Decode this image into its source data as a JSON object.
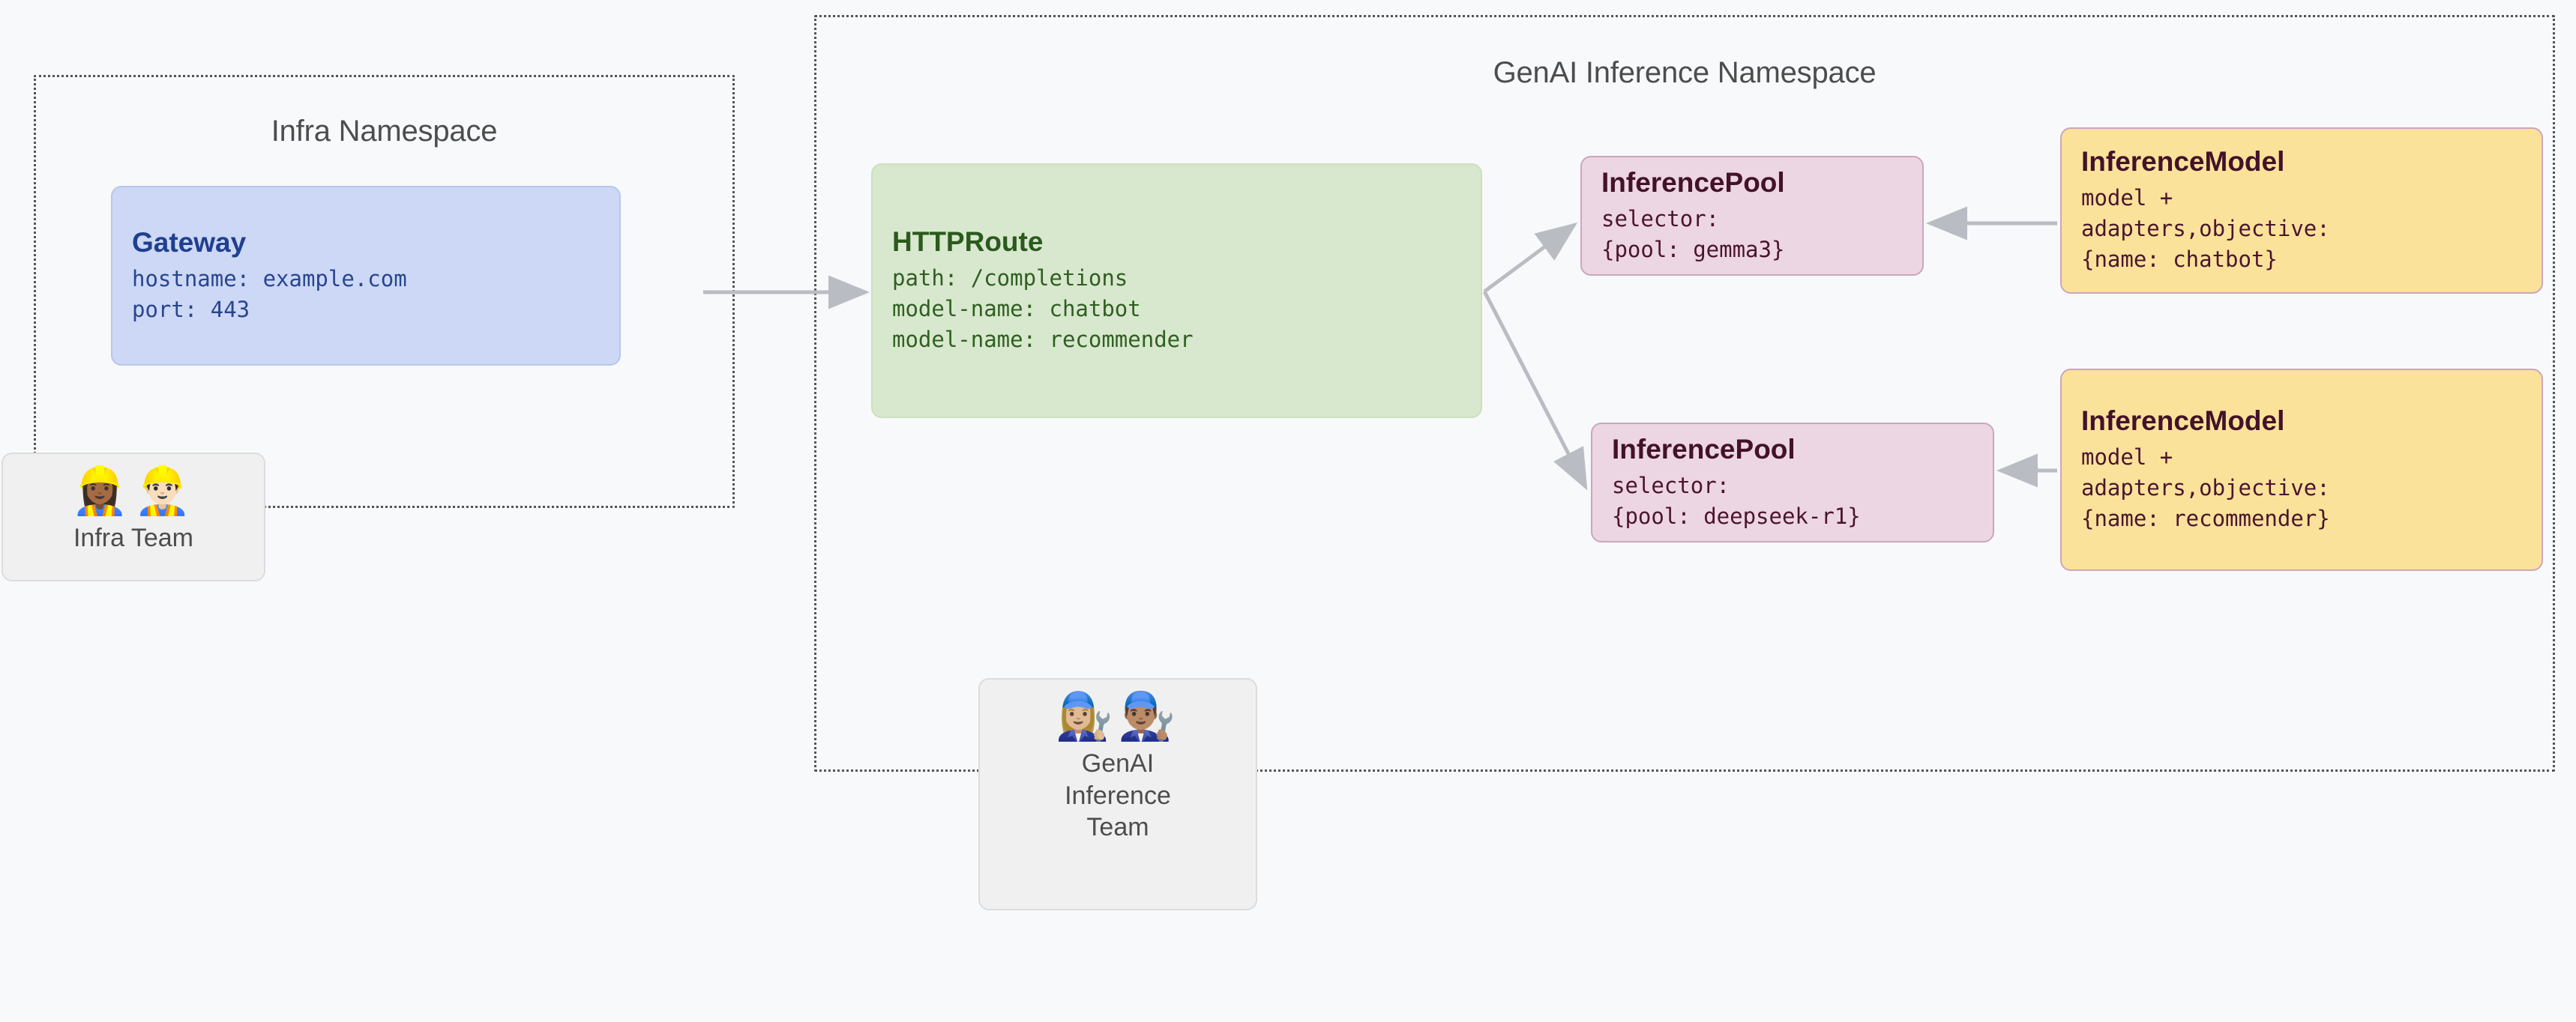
{
  "namespaces": [
    {
      "id": "infra",
      "title": "Infra Namespace"
    },
    {
      "id": "genai",
      "title": "GenAI Inference Namespace"
    }
  ],
  "nodes": {
    "gateway": {
      "title": "Gateway",
      "line1": "hostname: example.com",
      "line2": "port: 443"
    },
    "httproute": {
      "title": "HTTPRoute",
      "line1": "path: /completions",
      "line2": "model-name: chatbot",
      "line3": "model-name: recommender"
    },
    "pool_gemma3": {
      "title": "InferencePool",
      "line1": "selector:",
      "line2": "{pool: gemma3}"
    },
    "pool_deepseek": {
      "title": "InferencePool",
      "line1": "selector:",
      "line2": "{pool: deepseek-r1}"
    },
    "model_chatbot": {
      "title": "InferenceModel",
      "line1": "model +",
      "line2": "adapters,objective:",
      "line3": "{name: chatbot}"
    },
    "model_recommender": {
      "title": "InferenceModel",
      "line1": "model +",
      "line2": "adapters,objective:",
      "line3": "{name: recommender}"
    }
  },
  "teams": {
    "infra": {
      "label": "Infra Team",
      "emojis": "👷🏾‍♀️👷🏻‍♂️",
      "emoji_names": "construction-worker-woman-icon construction-worker-man-icon"
    },
    "genai": {
      "label": "GenAI\nInference\nTeam",
      "label_line1": "GenAI",
      "label_line2": "Inference",
      "label_line3": "Team",
      "emojis": "👩🏼‍🔧👨🏽‍🔧",
      "emoji_names": "mechanic-woman-icon mechanic-man-icon"
    }
  },
  "connectors": [
    {
      "name": "gateway-to-httproute",
      "from": "gateway",
      "to": "httproute"
    },
    {
      "name": "httproute-to-pool-gemma3",
      "from": "httproute",
      "to": "pool_gemma3"
    },
    {
      "name": "httproute-to-pool-deepseek",
      "from": "httproute",
      "to": "pool_deepseek"
    },
    {
      "name": "model-chatbot-to-pool-gemma3",
      "from": "model_chatbot",
      "to": "pool_gemma3"
    },
    {
      "name": "model-recommender-to-pool-deepseek",
      "from": "model_recommender",
      "to": "pool_deepseek"
    }
  ],
  "colors": {
    "background": "#f8f9fb",
    "namespace_border": "#555555",
    "gateway_fill": "#ccd8f5",
    "gateway_text": "#1f3f8f",
    "httproute_fill": "#d8e8ce",
    "httproute_text": "#2a5a1c",
    "pool_fill": "#edd6e3",
    "pool_text": "#431229",
    "model_fill": "#fbe29a",
    "model_text": "#431229",
    "connector": "#b9bcc2",
    "team_card_fill": "#f0f0f0"
  }
}
